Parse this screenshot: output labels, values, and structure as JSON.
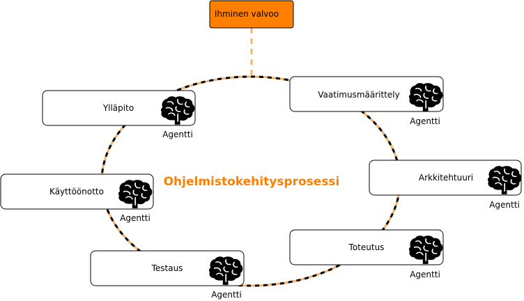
{
  "title": "Ohjelmistokehitysprosessi",
  "supervisor": {
    "label": "Ihminen valvoo"
  },
  "stages": [
    {
      "id": "vaatimus",
      "label": "Vaatimusmäärittely",
      "agent": "Agentti",
      "icon": "brain-icon"
    },
    {
      "id": "arkkitehtuuri",
      "label": "Arkkitehtuuri",
      "agent": "Agentti",
      "icon": "brain-icon"
    },
    {
      "id": "toteutus",
      "label": "Toteutus",
      "agent": "Agentti",
      "icon": "brain-icon"
    },
    {
      "id": "testaus",
      "label": "Testaus",
      "agent": "Agentti",
      "icon": "brain-icon"
    },
    {
      "id": "kayttoonotto",
      "label": "Käyttöönotto",
      "agent": "Agentti",
      "icon": "brain-icon"
    },
    {
      "id": "yllapito",
      "label": "Ylläpito",
      "agent": "Agentti",
      "icon": "brain-icon"
    }
  ],
  "colors": {
    "accent": "#ff8000",
    "supervisor_fill": "#ff8000",
    "dash_orange": "#f5b06b",
    "dash_black": "#000000",
    "box_border": "#000000"
  }
}
